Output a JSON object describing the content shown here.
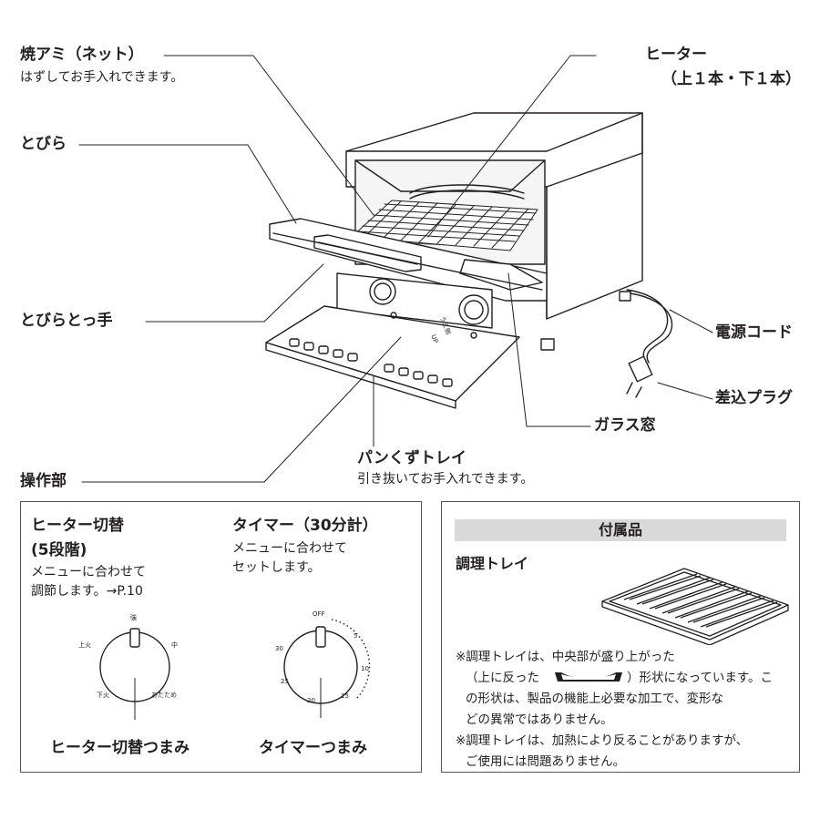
{
  "labels": {
    "grill_net": "焼アミ（ネット）",
    "grill_net_note": "はずしてお手入れできます。",
    "heater": "ヒーター",
    "heater_sub": "（上１本・下１本）",
    "door": "とびら",
    "door_handle": "とびらとっ手",
    "power_cord": "電源コード",
    "plug": "差込プラグ",
    "glass_window": "ガラス窓",
    "crumb_tray": "パンくずトレイ",
    "crumb_tray_note": "引き抜いてお手入れできます。",
    "control_panel": "操作部"
  },
  "panel_left": {
    "heater_switch_title": "ヒーター切替",
    "heater_switch_steps": "(5段階)",
    "heater_switch_note1": "メニューに合わせて",
    "heater_switch_note2": "調節します。→P.10",
    "timer_title": "タイマー（30分計）",
    "timer_note1": "メニューに合わせて",
    "timer_note2": "セットします。",
    "heater_knob_caption": "ヒーター切替つまみ",
    "timer_knob_caption": "タイマーつまみ",
    "heater_dial": {
      "strong": "強",
      "top": "上火",
      "mid": "中",
      "bottom": "下火",
      "warm": "あたため"
    },
    "timer_dial": {
      "off": "OFF",
      "t5": "5",
      "t10": "10",
      "t15": "15",
      "t20": "20",
      "t25": "25",
      "t30": "30"
    }
  },
  "panel_right": {
    "header": "付属品",
    "item_title": "調理トレイ",
    "note1_a": "※調理トレイは、中央部が盛り上がった",
    "note1_b_pre": "（上に反った",
    "note1_b_post": "）形状になっています。こ",
    "note1_c": "の形状は、製品の機能上必要な加工で、変形な",
    "note1_d": "どの異常ではありません。",
    "note2_a": "※調理トレイは、加熱により反ることがありますが、",
    "note2_b": "ご使用には問題ありません。"
  },
  "appliance_marks": {
    "upper_heat": "うえ側",
    "up": "UP"
  }
}
